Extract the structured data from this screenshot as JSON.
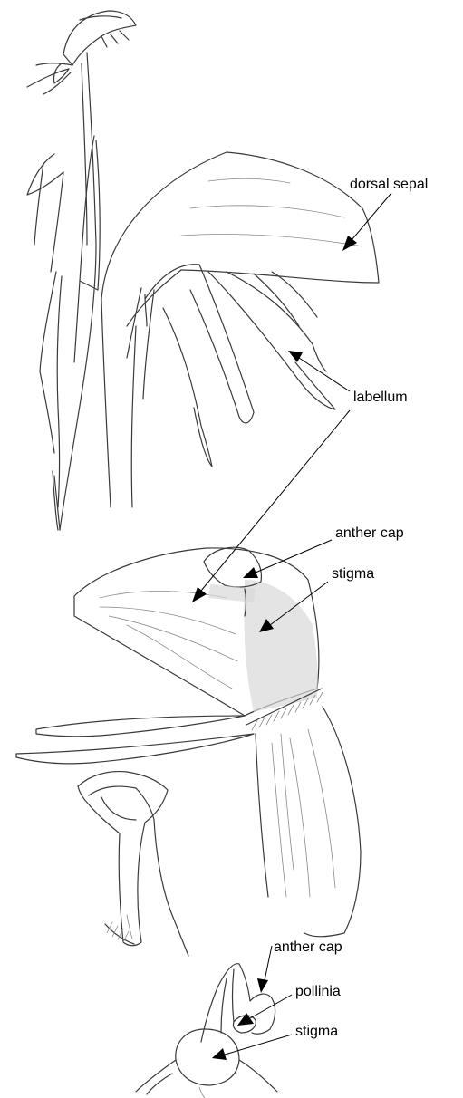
{
  "labels": {
    "dorsal_sepal": "dorsal sepal",
    "labellum": "labellum",
    "anther_cap_1": "anther cap",
    "stigma_1": "stigma",
    "anther_cap_2": "anther cap",
    "pollinia": "pollinia",
    "stigma_2": "stigma"
  },
  "colors": {
    "ink": "#3a3a3a",
    "label_text": "#000000",
    "shading": "#d9d9d9"
  }
}
